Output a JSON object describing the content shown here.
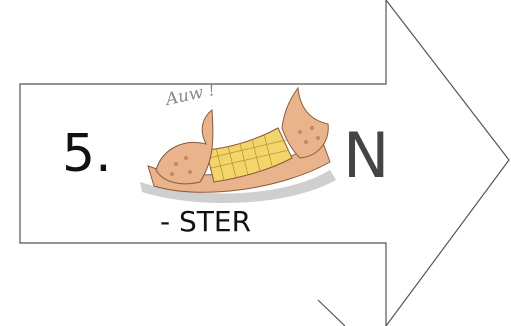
{
  "slide": {
    "number": "5.",
    "letter": "N",
    "word": "- STER",
    "exclamation": "Auw !"
  },
  "icons": {
    "arrow": "right-arrow-icon",
    "bandage": "bandage-icon"
  },
  "colors": {
    "outline": "#555555",
    "bandage_pad": "#f2d56b",
    "bandage_skin": "#e9b48b",
    "bandage_dots": "#c9846a",
    "shadow": "#cfcfcf"
  }
}
